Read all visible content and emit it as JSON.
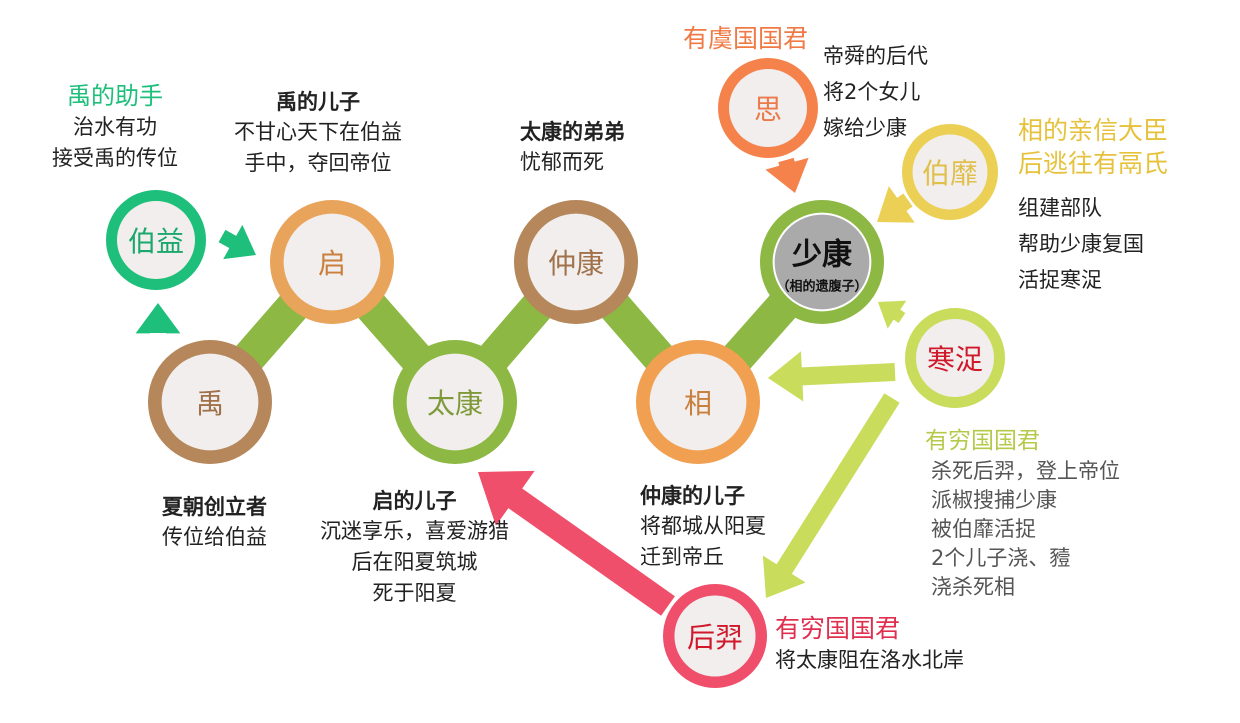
{
  "nodes": {
    "yu": {
      "label": "禹",
      "ring": "#b5875a",
      "text": "#a0714a"
    },
    "qi": {
      "label": "启",
      "ring": "#e9a45c",
      "text": "#c9803d"
    },
    "taikang": {
      "label": "太康",
      "ring": "#8db843",
      "text": "#7f9a3a"
    },
    "zhongkang": {
      "label": "仲康",
      "ring": "#b5875a",
      "text": "#a0714a"
    },
    "xiang": {
      "label": "相",
      "ring": "#f0a050",
      "text": "#c9803d"
    },
    "shaokang": {
      "label": "少康",
      "sublabel": "（相的遗腹子）",
      "ring": "#8db843",
      "text": "#111111"
    },
    "boyi": {
      "label": "伯益",
      "ring": "#1dbf7a",
      "text": "#1aa86c"
    },
    "si": {
      "label": "思",
      "ring": "#f5824a",
      "text": "#ea7a4a"
    },
    "bomi": {
      "label": "伯靡",
      "ring": "#ecd055",
      "text": "#e0c04a"
    },
    "hanzhuo": {
      "label": "寒浞",
      "ring": "#c9dc5c",
      "text": "#d0182a"
    },
    "houyi": {
      "label": "后羿",
      "ring": "#ef4f6a",
      "text": "#d0182a"
    }
  },
  "annotations": {
    "boyi": {
      "title": "禹的助手",
      "title_color": "#1dbf7a",
      "lines": [
        "治水有功",
        "接受禹的传位"
      ]
    },
    "qi": {
      "title": "禹的儿子",
      "lines": [
        "不甘心天下在伯益",
        "手中，夺回帝位"
      ]
    },
    "zhongkang": {
      "title": "太康的弟弟",
      "lines": [
        "忧郁而死"
      ]
    },
    "si": {
      "title": "有虞国国君",
      "title_color": "#f07a45",
      "lines": [
        "帝舜的后代",
        "将2个女儿",
        "嫁给少康"
      ]
    },
    "bomi": {
      "title_lines": [
        "相的亲信大臣",
        "后逃往有鬲氏"
      ],
      "title_color": "#e6c23c",
      "lines": [
        "组建部队",
        "帮助少康复国",
        "活捉寒浞"
      ]
    },
    "yu": {
      "title": "夏朝创立者",
      "lines": [
        "传位给伯益"
      ]
    },
    "taikang": {
      "title": "启的儿子",
      "lines": [
        "沉迷享乐，喜爱游猎",
        "后在阳夏筑城",
        "死于阳夏"
      ]
    },
    "xiang": {
      "title": "仲康的儿子",
      "lines": [
        "将都城从阳夏",
        "迁到帝丘"
      ]
    },
    "hanzhuo": {
      "title": "有穷国国君",
      "title_color": "#b6c94a",
      "lines": [
        "杀死后羿，登上帝位",
        "派椒搜捕少康",
        "被伯靡活捉",
        "2个儿子浇、豷",
        "浇杀死相"
      ]
    },
    "houyi": {
      "title": "有穷国国君",
      "title_color": "#e0304f",
      "lines": [
        "将太康阻在洛水北岸"
      ]
    }
  },
  "colors": {
    "chain": "#8db843",
    "inner_fill": "#f1eeed",
    "shaokang_fill": "#aaaaaa"
  }
}
